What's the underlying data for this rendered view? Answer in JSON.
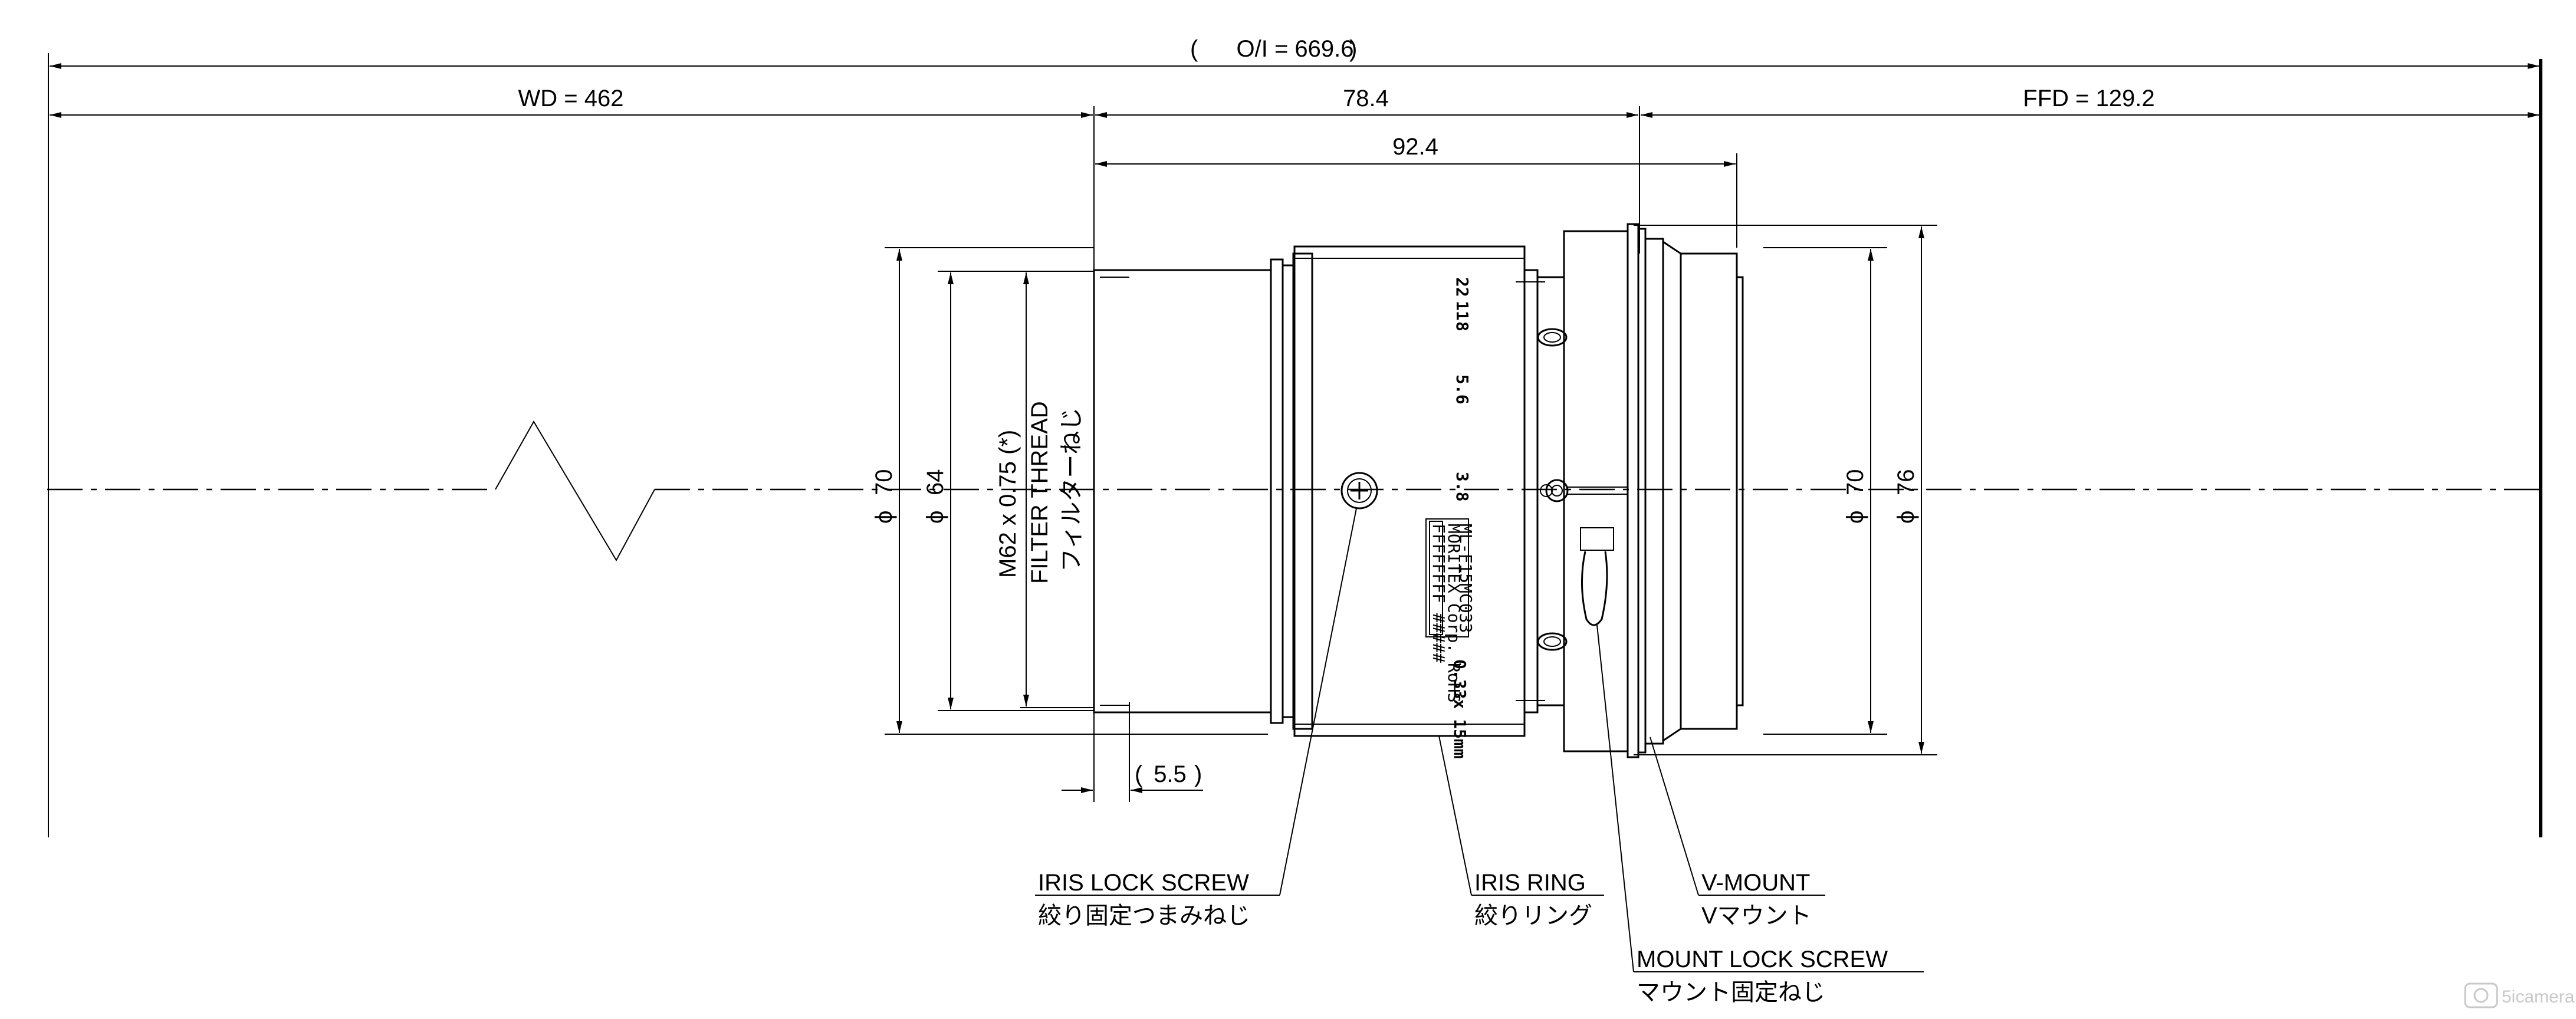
{
  "dimensions": {
    "oi": "O/I = 669.6",
    "wd": "WD = 462",
    "len_784": "78.4",
    "ffd": "FFD = 129.2",
    "len_924": "92.4",
    "len_55": "5.5",
    "dia70_left": "70",
    "dia64": "64",
    "dia70_right": "70",
    "dia76": "76",
    "diameter_symbol": "ϕ"
  },
  "filter_thread": {
    "line1": "M62 x 0.75 (*)",
    "line2": "FILTER THREAD",
    "line3": "フィルターねじ"
  },
  "callouts": {
    "iris_lock_en": "IRIS LOCK SCREW",
    "iris_lock_jp": "絞り固定つまみねじ",
    "iris_ring_en": "IRIS RING",
    "iris_ring_jp": "絞りリング",
    "vmount_en": "V-MOUNT",
    "vmount_jp": "Vマウント",
    "mount_lock_en": "MOUNT LOCK SCREW",
    "mount_lock_jp": "マウント固定ねじ"
  },
  "lens_engraving": {
    "f_scale": [
      "22",
      "11",
      "8",
      "5.6",
      "3.8"
    ],
    "model": "ML-F15MC033",
    "maker": "MORITEX Corp. RoHS",
    "serial": "FFFFFFFF #####",
    "magnification": "0.33x 15mm"
  },
  "watermark": "5icamera"
}
